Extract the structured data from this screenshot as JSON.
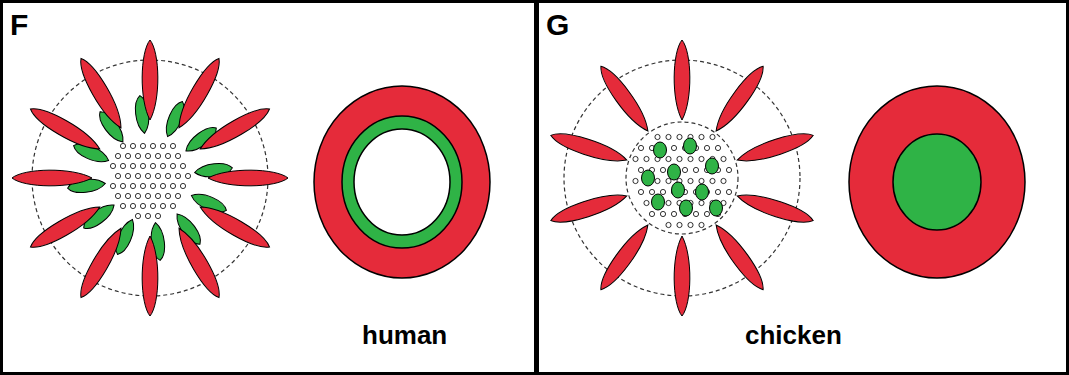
{
  "diagram": {
    "labels": [
      "F",
      "human",
      "G",
      "chicken"
    ]
  }
}
